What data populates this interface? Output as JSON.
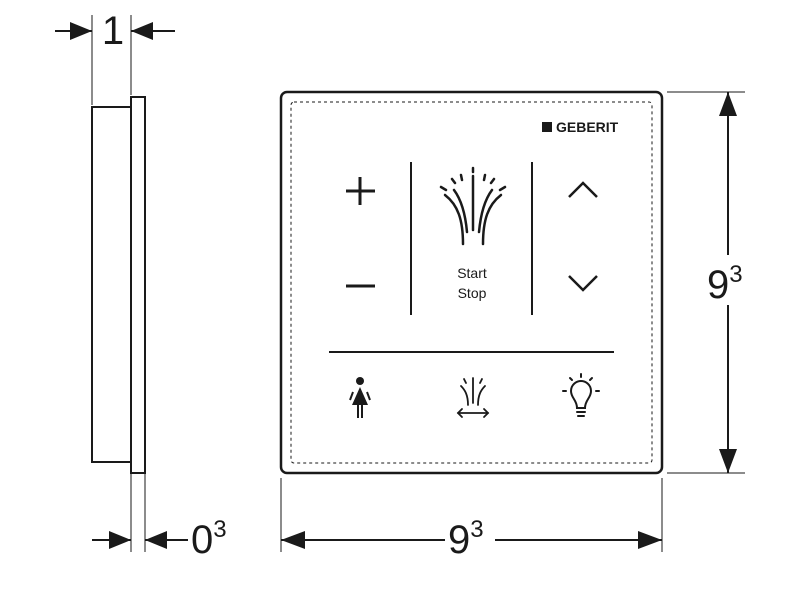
{
  "brand": {
    "name": "GEBERIT"
  },
  "panel": {
    "flush_label_line1": "Start",
    "flush_label_line2": "Stop",
    "buttons": [
      {
        "id": "plus",
        "icon": "plus-icon"
      },
      {
        "id": "minus",
        "icon": "minus-icon"
      },
      {
        "id": "start-stop",
        "icon": "water-jet-icon"
      },
      {
        "id": "up",
        "icon": "chevron-up-icon"
      },
      {
        "id": "down",
        "icon": "chevron-down-icon"
      },
      {
        "id": "lady-shower",
        "icon": "woman-icon"
      },
      {
        "id": "spray-width",
        "icon": "spray-width-icon"
      },
      {
        "id": "light",
        "icon": "light-bulb-icon"
      }
    ]
  },
  "dimensions": {
    "side_thickness": {
      "value": "1"
    },
    "side_offset": {
      "value": "0",
      "sup": "3"
    },
    "front_height": {
      "value": "9",
      "sup": "3"
    },
    "front_width": {
      "value": "9",
      "sup": "3"
    }
  },
  "colors": {
    "line": "#1a1a1a",
    "background": "#ffffff"
  }
}
